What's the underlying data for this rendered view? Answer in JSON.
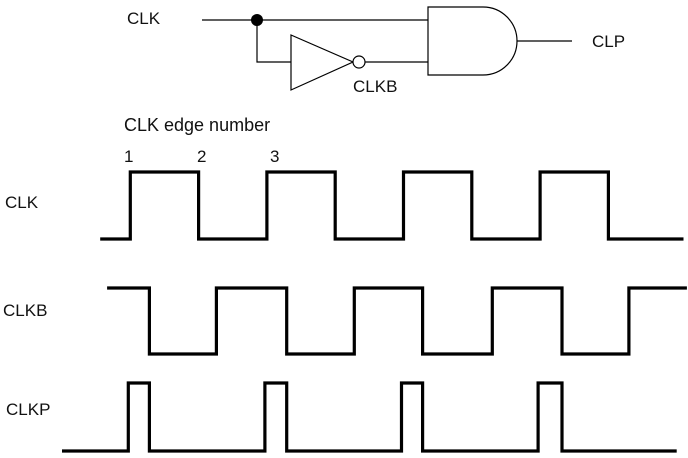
{
  "circuit": {
    "input_label": "CLK",
    "inverter_output_label": "CLKB",
    "output_label": "CLP",
    "components": [
      {
        "type": "junction",
        "name": "clk-junction"
      },
      {
        "type": "inverter",
        "name": "inverter",
        "input": "CLK",
        "output": "CLKB"
      },
      {
        "type": "and-gate",
        "name": "and-gate",
        "inputs": [
          "CLK",
          "CLKB"
        ],
        "output": "CLP"
      }
    ]
  },
  "timing": {
    "edge_heading": "CLK edge number",
    "edge_numbers": [
      "1",
      "2",
      "3"
    ],
    "signals": [
      {
        "name": "CLK",
        "initial": 0,
        "transitions_t": [
          1.0,
          2.0,
          3.0,
          4.0,
          5.0,
          6.0,
          7.0,
          8.0
        ],
        "t_start": 0.56,
        "t_end": 9.1
      },
      {
        "name": "CLKB",
        "initial": 1,
        "transitions_t": [
          1.28,
          2.26,
          3.29,
          4.28,
          5.28,
          6.3,
          7.32,
          8.3
        ],
        "t_start": 0.66,
        "t_end": 9.15
      },
      {
        "name": "CLKP",
        "initial": 0,
        "transitions_t": [
          0.97,
          1.28,
          2.97,
          3.29,
          4.97,
          5.28,
          6.97,
          7.32
        ],
        "t_start": 0.0,
        "t_end": 9.0
      }
    ]
  }
}
